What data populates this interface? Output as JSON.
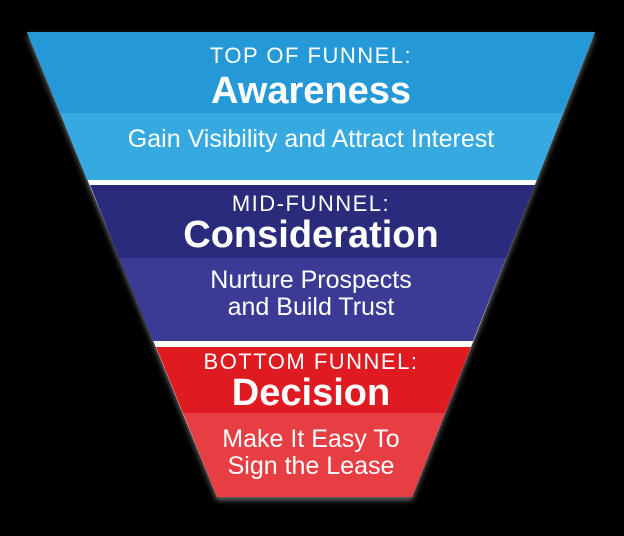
{
  "background": "#000000",
  "funnel": {
    "separator_color": "#ffffff",
    "shadow_color": "#7a7a7a",
    "text_color": "#ffffff",
    "sections": [
      {
        "id": "awareness",
        "kicker": "TOP OF FUNNEL:",
        "title": "Awareness",
        "description_lines": [
          "Gain Visibility and Attract Interest"
        ],
        "header_color": "#2598d7",
        "body_color": "#35a9e0"
      },
      {
        "id": "consideration",
        "kicker": "MID-FUNNEL:",
        "title": "Consideration",
        "description_lines": [
          "Nurture Prospects",
          "and Build Trust"
        ],
        "header_color": "#2b2b7c",
        "body_color": "#3b3b96"
      },
      {
        "id": "decision",
        "kicker": "BOTTOM FUNNEL:",
        "title": "Decision",
        "description_lines": [
          "Make It Easy To",
          "Sign the Lease"
        ],
        "header_color": "#df1b21",
        "body_color": "#e63e43"
      }
    ]
  }
}
